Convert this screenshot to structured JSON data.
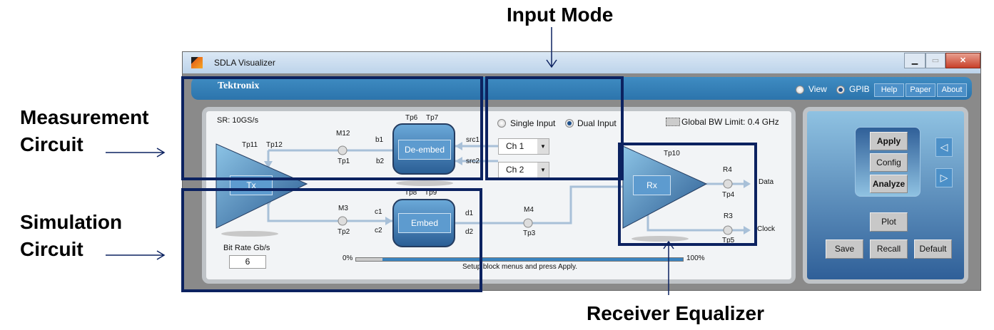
{
  "annotations": {
    "input_mode": "Input Mode",
    "measurement": "Measurement Circuit",
    "simulation": "Simulation Circuit",
    "receiver": "Receiver Equalizer"
  },
  "window": {
    "title": "SDLA Visualizer",
    "icon": "matlab-icon",
    "controls": [
      "minimize-icon",
      "maximize-icon",
      "close-icon"
    ]
  },
  "header": {
    "logo": "Tektronix",
    "modes": [
      {
        "label": "View",
        "selected": false
      },
      {
        "label": "GPIB",
        "selected": true
      }
    ],
    "buttons": [
      "Help",
      "Paper",
      "About"
    ]
  },
  "measurement": {
    "sr": "SR: 10GS/s",
    "tx_label": "Tx",
    "tp11": "Tp11",
    "tp12": "Tp12",
    "m12": "M12",
    "tp1": "Tp1",
    "b1": "b1",
    "b2": "b2",
    "deembed": "De-embed",
    "tp6": "Tp6",
    "tp7": "Tp7",
    "src1": "src1",
    "src2": "src2"
  },
  "input_mode": {
    "options": [
      {
        "label": "Single Input",
        "selected": false
      },
      {
        "label": "Dual Input",
        "selected": true
      }
    ],
    "ch1": "Ch 1",
    "ch2": "Ch 2"
  },
  "simulation": {
    "m3": "M3",
    "tp2": "Tp2",
    "c1": "c1",
    "c2": "c2",
    "embed": "Embed",
    "tp8": "Tp8",
    "tp9": "Tp9",
    "d1": "d1",
    "d2": "d2",
    "m4": "M4",
    "tp3": "Tp3",
    "bit_rate_label": "Bit Rate Gb/s",
    "bit_rate": "6"
  },
  "receiver": {
    "rx_label": "Rx",
    "tp10": "Tp10",
    "r4": "R4",
    "tp4": "Tp4",
    "data": "Data",
    "r3": "R3",
    "tp5": "Tp5",
    "clock": "Clock"
  },
  "global_bw": "Global BW Limit: 0.4 GHz",
  "progress": {
    "min": "0%",
    "max": "100%",
    "value_percent": 2,
    "status": "Setup block menus and press Apply."
  },
  "actions": {
    "apply": "Apply",
    "config": "Config",
    "analyze": "Analyze",
    "plot": "Plot",
    "save": "Save",
    "recall": "Recall",
    "default": "Default",
    "prev_icon": "triangle-left-icon",
    "next_icon": "triangle-right-icon"
  },
  "colors": {
    "header": "#3382bb",
    "annotation_frame": "#0c2260",
    "panel_blue": "#2f5f98"
  }
}
